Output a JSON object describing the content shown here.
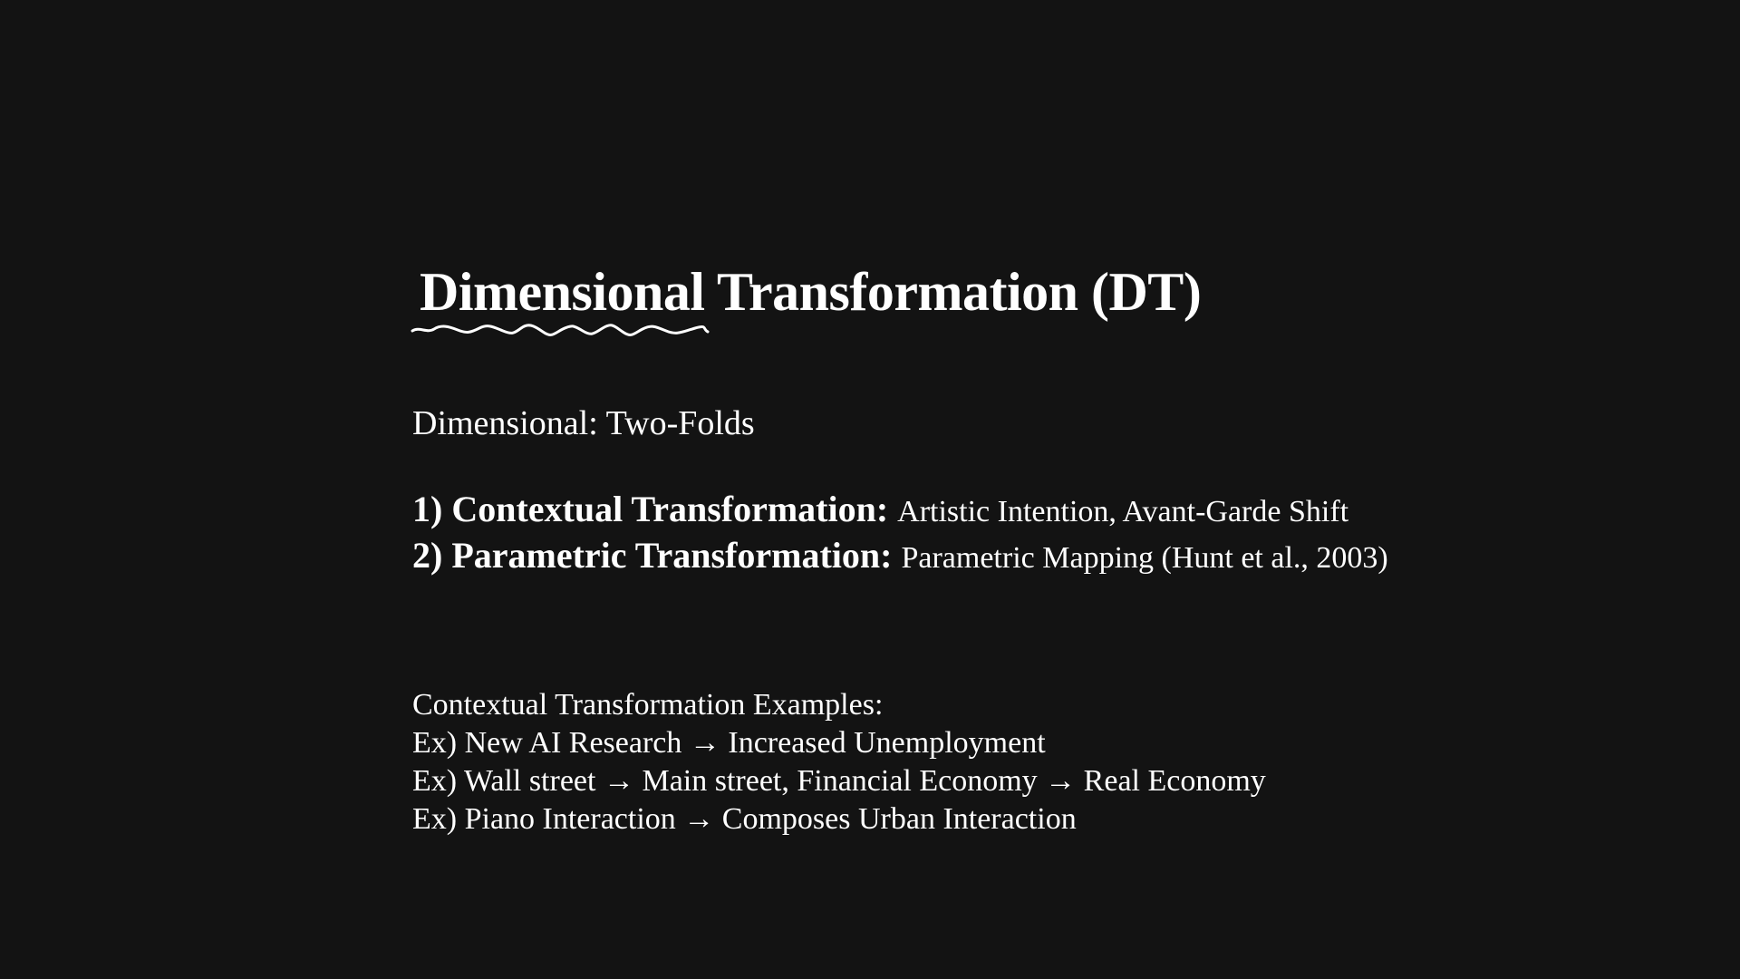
{
  "slide": {
    "title": "Dimensional Transformation (DT)",
    "subtitle": "Dimensional: Two-Folds",
    "points": [
      {
        "label": "1) Contextual Transformation:",
        "description": "Artistic Intention, Avant-Garde Shift"
      },
      {
        "label": "2) Parametric Transformation:",
        "description": "Parametric Mapping (Hunt et al., 2003)"
      }
    ],
    "examples_heading": "Contextual Transformation Examples:",
    "examples": [
      "Ex) New AI Research → Increased Unemployment",
      "Ex) Wall street → Main street, Financial Economy → Real Economy",
      "Ex) Piano Interaction → Composes Urban Interaction"
    ]
  },
  "colors": {
    "background": "#131313",
    "text": "#ffffff"
  }
}
